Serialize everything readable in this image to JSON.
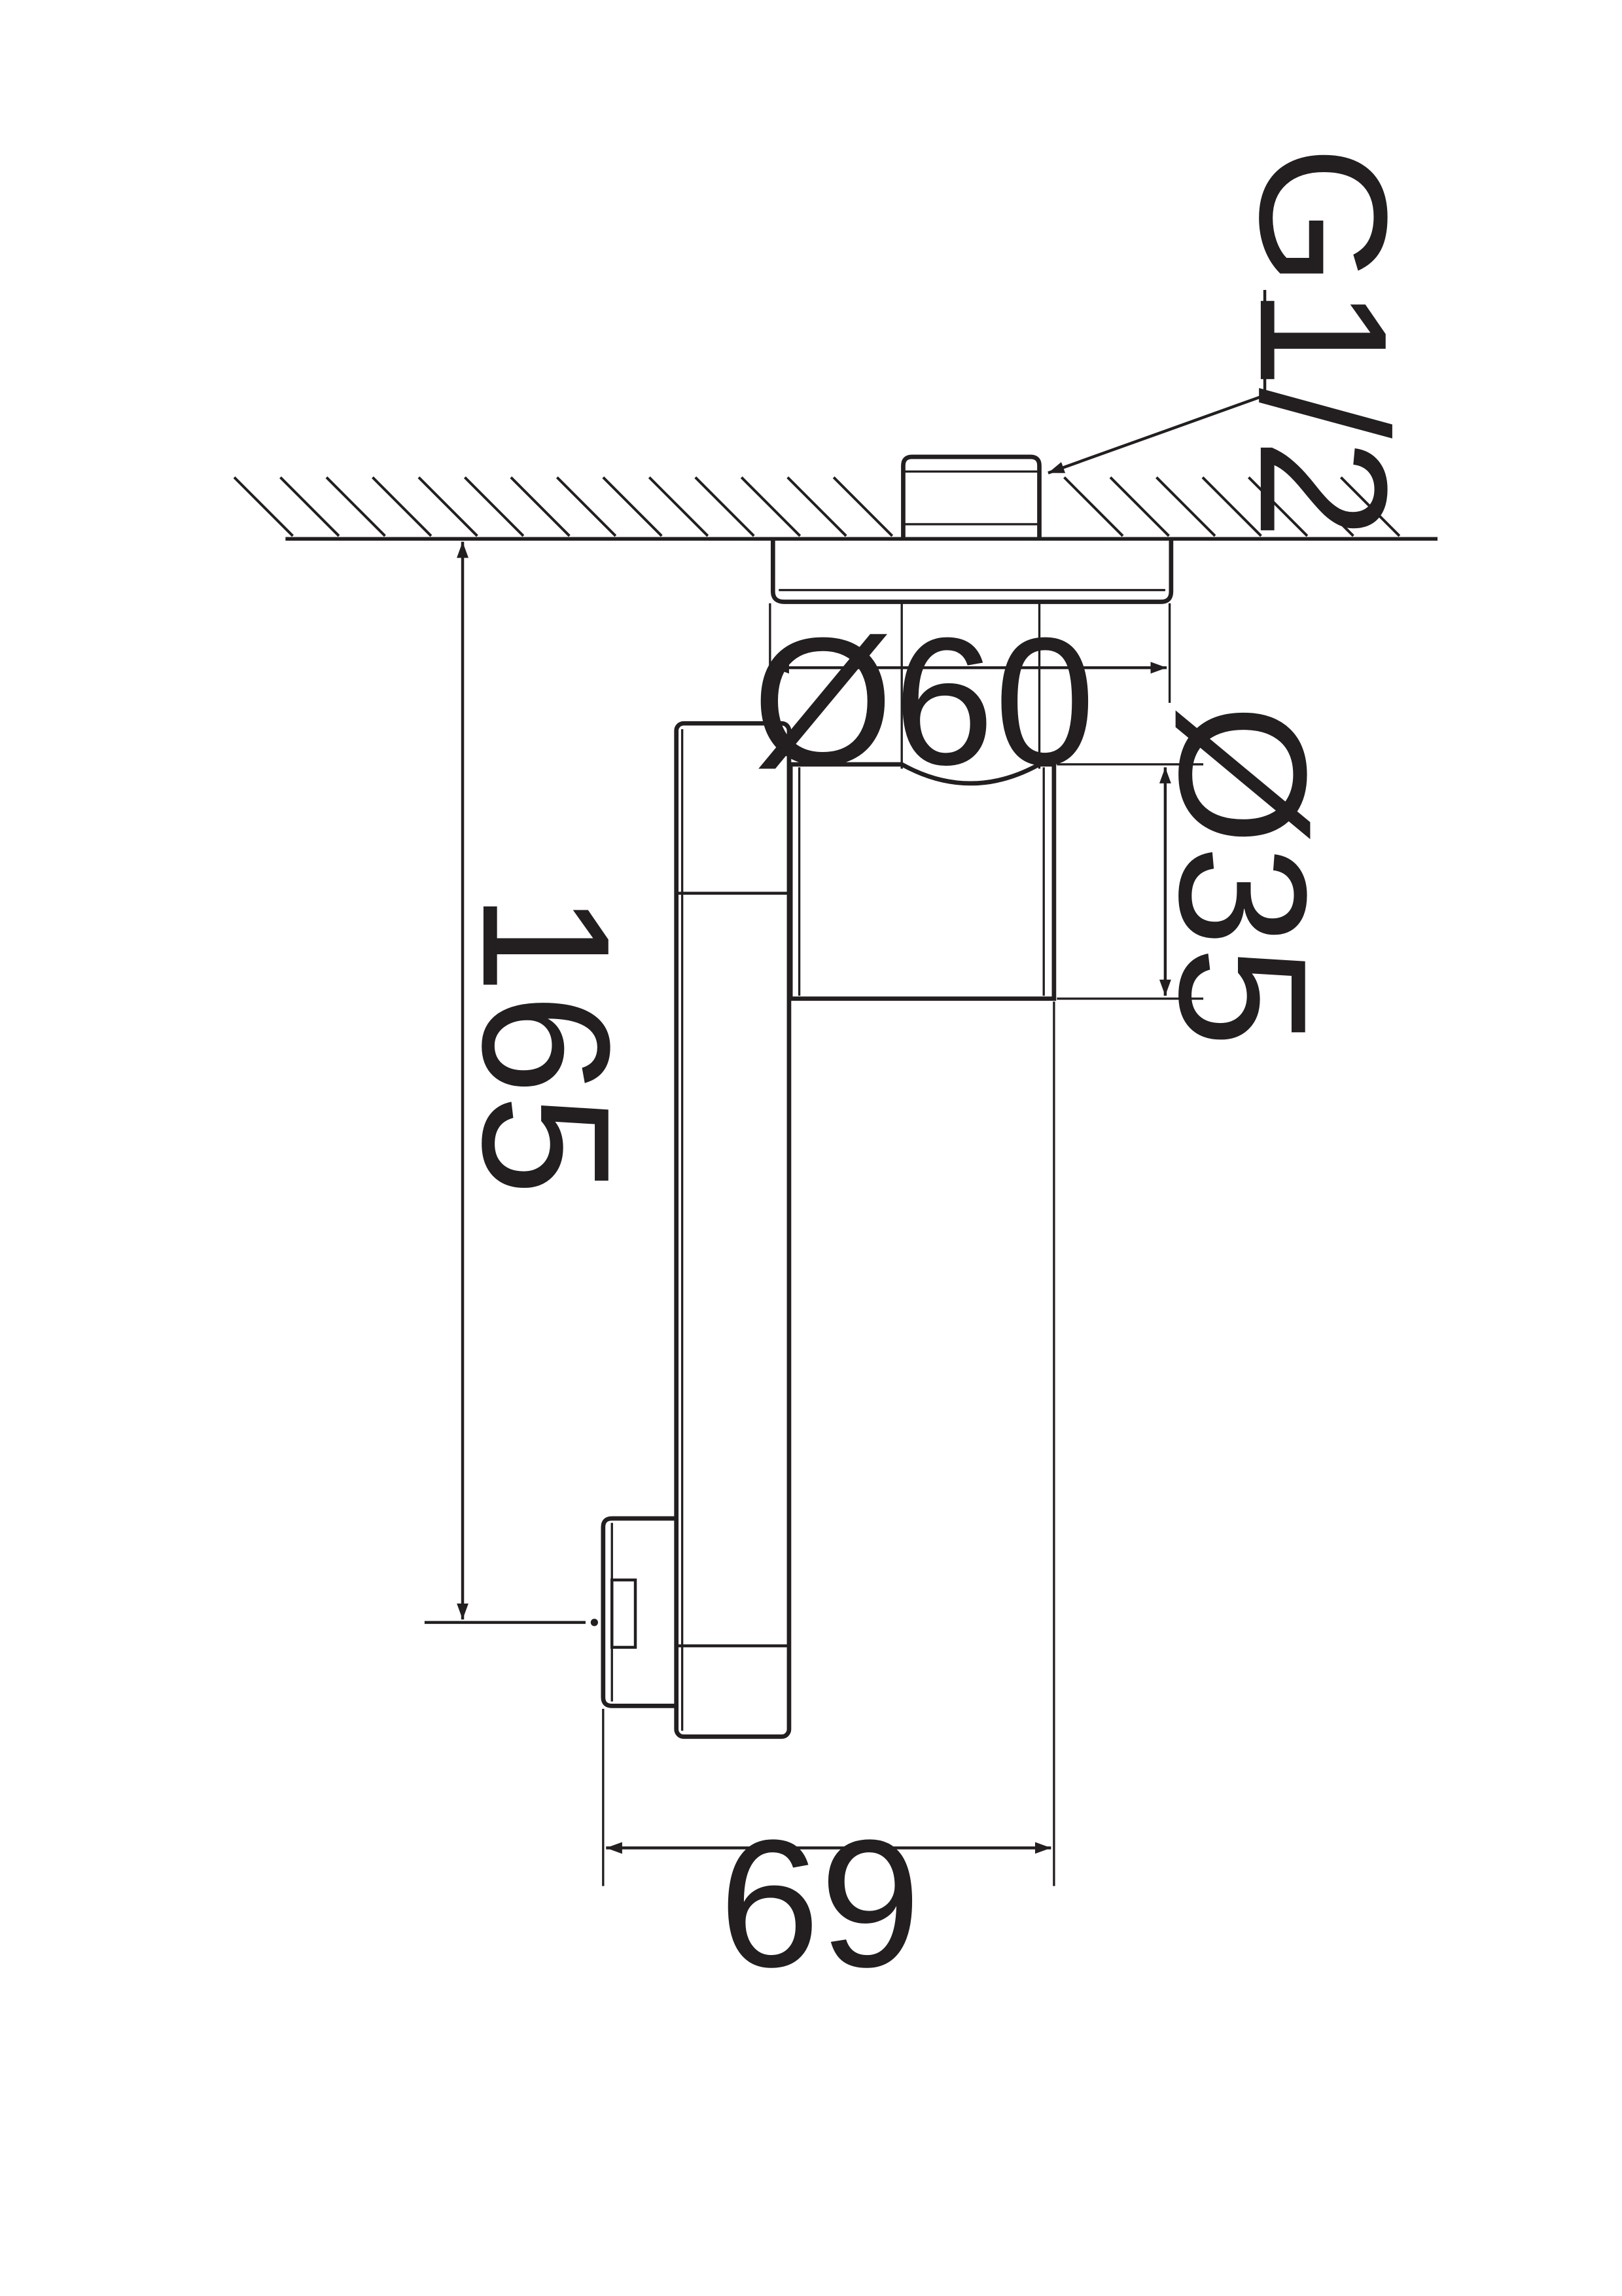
{
  "colors": {
    "ink": "#231f20",
    "background": "#ffffff"
  },
  "labels": {
    "thread": "G1/2",
    "flange_diameter": "Ø60",
    "body_diameter": "Ø35",
    "height": "165",
    "depth": "69"
  }
}
